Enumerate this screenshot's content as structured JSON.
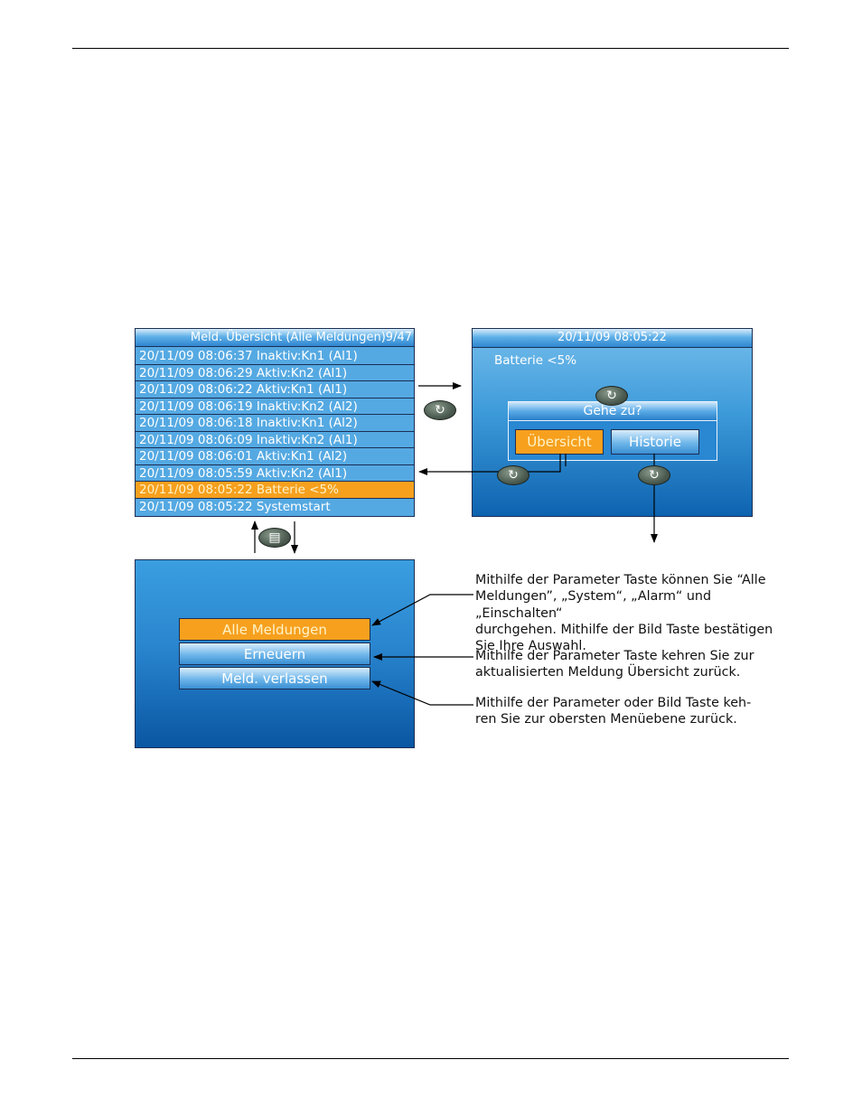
{
  "list_screen": {
    "title": "Meld. Übersicht (Alle Meldungen)9/47",
    "messages": [
      "20/11/09 08:06:37 Inaktiv:Kn1 (Al1)",
      "20/11/09 08:06:29 Aktiv:Kn2 (Al1)",
      "20/11/09 08:06:22 Aktiv:Kn1 (Al1)",
      "20/11/09 08:06:19 Inaktiv:Kn2 (Al2)",
      "20/11/09 08:06:18 Inaktiv:Kn1 (Al2)",
      "20/11/09 08:06:09 Inaktiv:Kn2 (Al1)",
      "20/11/09 08:06:01 Aktiv:Kn1 (Al2)",
      "20/11/09 08:05:59 Aktiv:Kn2 (Al1)",
      "20/11/09 08:05:22 Batterie <5%",
      "20/11/09 08:05:22 Systemstart"
    ],
    "selected_index": 8
  },
  "detail_screen": {
    "title": "20/11/09 08:05:22",
    "message": "Batterie <5%",
    "dialog_title": "Gehe zu?",
    "button_overview": "Übersicht",
    "button_history": "Historie"
  },
  "menu_screen": {
    "items": [
      "Alle Meldungen",
      "Erneuern",
      "Meld. verlassen"
    ],
    "selected_index": 0
  },
  "notes": {
    "note1": [
      "Mithilfe der Parameter Taste können Sie “Alle",
      "Meldungen”, „System“, „Alarm“ und „Einschalten“",
      "durchgehen. Mithilfe der Bild Taste bestätigen",
      "Sie Ihre Auswahl."
    ],
    "note2": [
      "Mithilfe der Parameter Taste kehren Sie zur",
      "aktualisierten Meldung Übersicht zurück."
    ],
    "note3": [
      "Mithilfe der Parameter oder Bild Taste keh-",
      "ren Sie zur obersten Menüebene zurück."
    ]
  },
  "icons": {
    "scroll_key": "scroll-icon",
    "page_key": "page-icon"
  },
  "colors": {
    "selection": "#f6a01e",
    "list_row": "#55a9e2",
    "screen_dark": "#0a56a3"
  }
}
